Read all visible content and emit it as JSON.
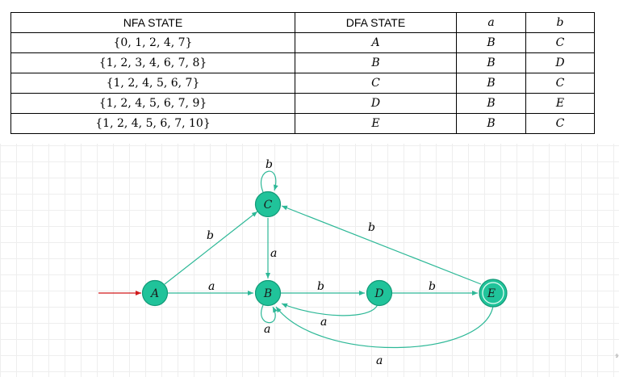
{
  "table": {
    "headers": [
      "NFA STATE",
      "DFA STATE",
      "a",
      "b"
    ],
    "rows": [
      {
        "nfa": "{0, 1, 2, 4, 7}",
        "dfa": "A",
        "a": "B",
        "b": "C"
      },
      {
        "nfa": "{1, 2, 3, 4, 6, 7, 8}",
        "dfa": "B",
        "a": "B",
        "b": "D"
      },
      {
        "nfa": "{1, 2, 4, 5, 6, 7}",
        "dfa": "C",
        "a": "B",
        "b": "C"
      },
      {
        "nfa": "{1, 2, 4, 5, 6, 7, 9}",
        "dfa": "D",
        "a": "B",
        "b": "E"
      },
      {
        "nfa": "{1, 2, 4, 5, 6, 7, 10}",
        "dfa": "E",
        "a": "B",
        "b": "C"
      }
    ]
  },
  "diagram": {
    "nodes": [
      {
        "id": "A",
        "label": "A",
        "start": true,
        "accepting": false
      },
      {
        "id": "B",
        "label": "B",
        "start": false,
        "accepting": false
      },
      {
        "id": "C",
        "label": "C",
        "start": false,
        "accepting": false
      },
      {
        "id": "D",
        "label": "D",
        "start": false,
        "accepting": false
      },
      {
        "id": "E",
        "label": "E",
        "start": false,
        "accepting": true
      }
    ],
    "edges": [
      {
        "from": "A",
        "to": "B",
        "label": "a"
      },
      {
        "from": "A",
        "to": "C",
        "label": "b"
      },
      {
        "from": "B",
        "to": "B",
        "label": "a"
      },
      {
        "from": "B",
        "to": "D",
        "label": "b"
      },
      {
        "from": "C",
        "to": "B",
        "label": "a"
      },
      {
        "from": "C",
        "to": "C",
        "label": "b"
      },
      {
        "from": "D",
        "to": "B",
        "label": "a"
      },
      {
        "from": "D",
        "to": "E",
        "label": "b"
      },
      {
        "from": "E",
        "to": "B",
        "label": "a"
      },
      {
        "from": "E",
        "to": "C",
        "label": "b"
      }
    ],
    "colors": {
      "node_fill": "#20c39a",
      "node_stroke": "#139a78",
      "edge": "#2db897",
      "start_arrow": "#d0191b"
    }
  },
  "corner_mark": "9"
}
